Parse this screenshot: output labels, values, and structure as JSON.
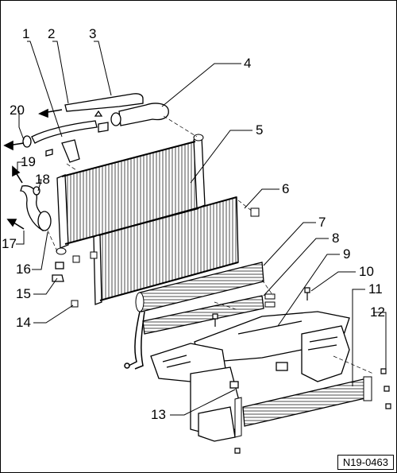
{
  "diagram": {
    "reference_code": "N19-0463",
    "callouts": [
      "1",
      "2",
      "3",
      "4",
      "5",
      "6",
      "7",
      "8",
      "9",
      "10",
      "11",
      "12",
      "13",
      "14",
      "15",
      "16",
      "17",
      "18",
      "19",
      "20"
    ]
  }
}
